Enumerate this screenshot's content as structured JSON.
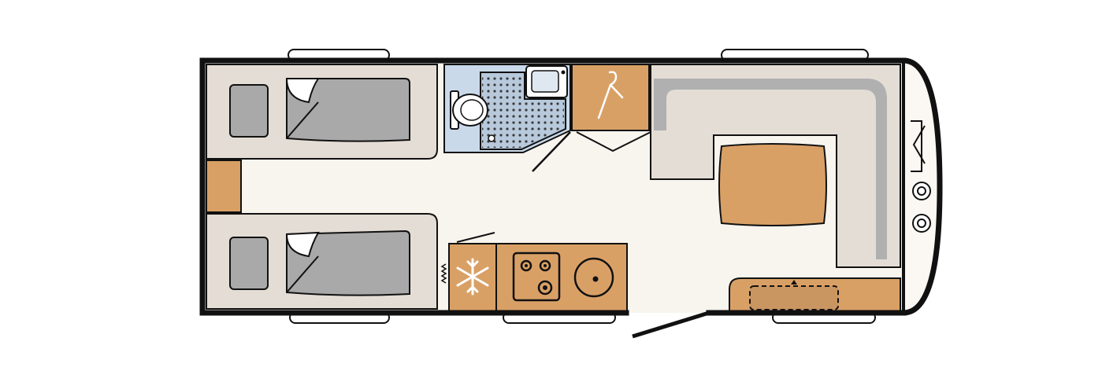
{
  "diagram": {
    "title": "",
    "kind": "caravan floor plan (top view)",
    "colors": {
      "outline": "#111111",
      "floor": "#f8f4ee",
      "upholstery": "#e4ddd5",
      "mattress": "#a9a9a9",
      "wood": "#d9a066",
      "bathroom": "#c9d9ea",
      "backrest": "#b0b0b0",
      "white": "#ffffff"
    },
    "zones": [
      "single-bed-top",
      "single-bed-bottom",
      "bedside-cabinet",
      "bathroom",
      "wardrobe",
      "kitchen",
      "fridge",
      "hob",
      "sink",
      "u-lounge",
      "dining-table",
      "front-cabinet",
      "entry-door"
    ],
    "icons": [
      "toilet-icon",
      "wash-basin-icon",
      "hanger-icon",
      "snowflake-icon",
      "hob-burners-icon",
      "sink-icon",
      "window-icon",
      "gas-bottle-icon"
    ]
  }
}
